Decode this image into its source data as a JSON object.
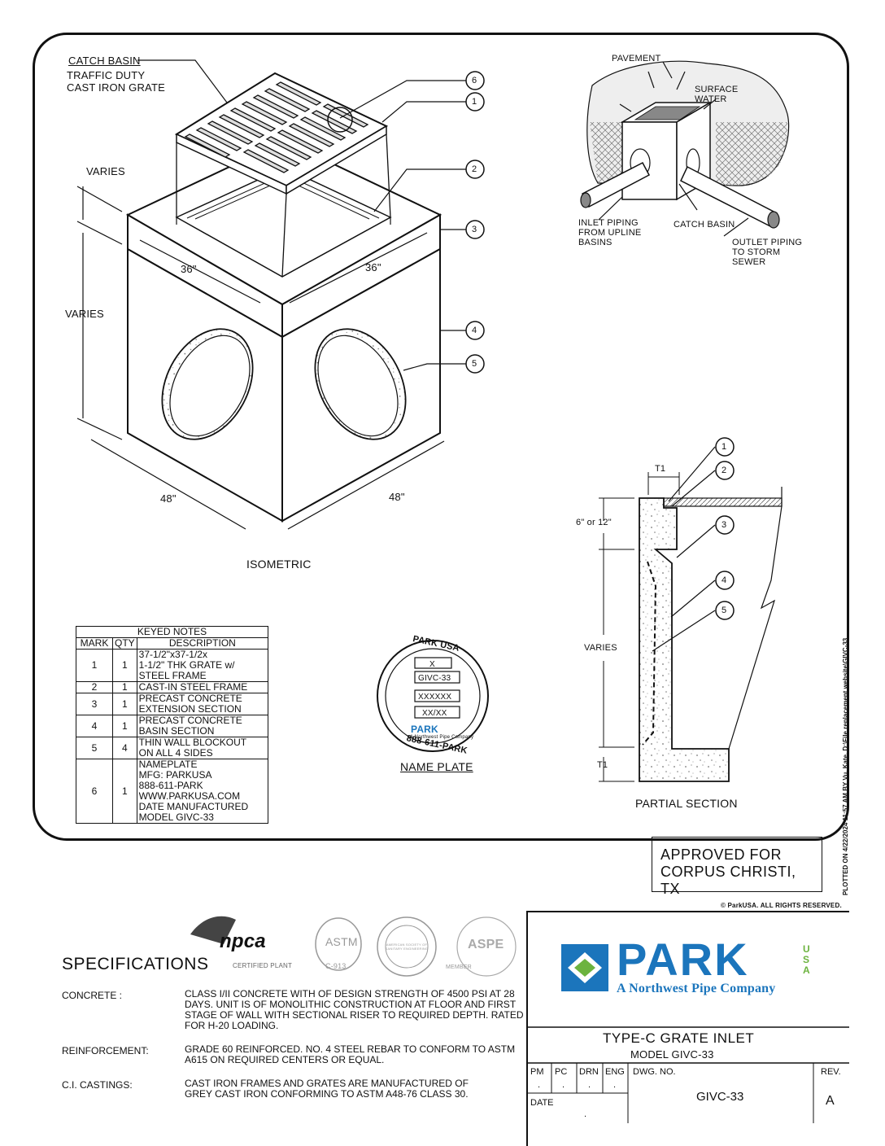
{
  "isometric": {
    "callout_title": "CATCH BASIN",
    "callout_line2": "TRAFFIC DUTY",
    "callout_line3": "CAST IRON GRATE",
    "varies_top": "VARIES",
    "varies_side": "VARIES",
    "dim_36_left": "36\"",
    "dim_36_right": "36\"",
    "dim_48_left": "48\"",
    "dim_48_right": "48\"",
    "caption": "ISOMETRIC",
    "marks": [
      "6",
      "1",
      "2",
      "3",
      "4",
      "5"
    ]
  },
  "pictorial": {
    "pavement": "PAVEMENT",
    "surface_water": "SURFACE\nWATER",
    "inlet": "INLET PIPING\nFROM UPLINE\nBASINS",
    "catch_basin": "CATCH BASIN",
    "outlet": "OUTLET PIPING\nTO STORM\nSEWER"
  },
  "section": {
    "t1_top": "T1",
    "t1_bottom": "T1",
    "height_label": "6\" or 12\"",
    "varies": "VARIES",
    "caption": "PARTIAL SECTION",
    "marks": [
      "1",
      "2",
      "3",
      "4",
      "5"
    ]
  },
  "keyed_notes": {
    "title": "KEYED NOTES",
    "headers": [
      "MARK",
      "QTY",
      "DESCRIPTION"
    ],
    "rows": [
      {
        "mark": "1",
        "qty": "1",
        "desc": "37-1/2\"x37-1/2x\n1-1/2\" THK GRATE w/\nSTEEL FRAME"
      },
      {
        "mark": "2",
        "qty": "1",
        "desc": "CAST-IN STEEL FRAME"
      },
      {
        "mark": "3",
        "qty": "1",
        "desc": "PRECAST CONCRETE\nEXTENSION SECTION"
      },
      {
        "mark": "4",
        "qty": "1",
        "desc": "PRECAST CONCRETE\nBASIN SECTION"
      },
      {
        "mark": "5",
        "qty": "4",
        "desc": "THIN WALL BLOCKOUT\nON ALL 4 SIDES"
      },
      {
        "mark": "6",
        "qty": "1",
        "desc": "NAMEPLATE\nMFG: PARKUSA\n888-611-PARK\nWWW.PARKUSA.COM\nDATE MANUFACTURED\nMODEL GIVC-33"
      }
    ]
  },
  "nameplate": {
    "ring_top": "PARK USA",
    "ring_bottom": "888-611-PARK",
    "field1": "X",
    "field2": "GIVC-33",
    "field3": "XXXXXX",
    "field4": "XX/XX",
    "logo": "PARK",
    "logo_sub": "A Northwest Pipe Company",
    "caption": "NAME PLATE"
  },
  "approval": "APPROVED FOR\nCORPUS CHRISTI, TX",
  "copyright": "© ParkUSA. ALL RIGHTS RESERVED.",
  "plot_stamp": "PLOTTED ON 4/22/2024 11:57 AM BY Vu, Kate, D:\\File replacement website\\GIVC-33",
  "specifications": {
    "title": "SPECIFICATIONS",
    "logos": {
      "npca": "npca",
      "npca_sub": "CERTIFIED PLANT",
      "astm": "ASTM",
      "astm_sub": "C-913",
      "asse": "AMERICAN SOCIETY OF SANITARY ENGINEERING",
      "aspe": "ASPE",
      "aspe_sub": "MEMBER"
    },
    "items": [
      {
        "key": "CONCRETE :",
        "value": "CLASS I/II CONCRETE WITH OF DESIGN STRENGTH OF 4500 PSI AT 28 DAYS.  UNIT IS OF MONOLITHIC CONSTRUCTION AT FLOOR AND FIRST STAGE OF WALL WITH SECTIONAL RISER TO REQUIRED DEPTH. RATED FOR H-20 LOADING."
      },
      {
        "key": "REINFORCEMENT:",
        "value": "GRADE 60 REINFORCED.  NO. 4 STEEL REBAR TO CONFORM TO ASTM A615 ON REQUIRED CENTERS OR EQUAL."
      },
      {
        "key": "C.I. CASTINGS:",
        "value": "CAST IRON FRAMES AND GRATES ARE MANUFACTURED  OF GREY CAST IRON CONFORMING TO ASTM A48-76 CLASS 30."
      }
    ]
  },
  "title_block": {
    "logo": "PARK",
    "logo_usa": "USA",
    "logo_sub": "A Northwest Pipe Company",
    "title": "TYPE-C GRATE INLET",
    "model": "MODEL GIVC-33",
    "pm": "PM",
    "pc": "PC",
    "drn": "DRN",
    "eng": "ENG",
    "dwg_label": "DWG. NO.",
    "dwg_no": "GIVC-33",
    "rev_label": "REV.",
    "rev": "A",
    "date_label": "DATE",
    "dot": "."
  },
  "colors": {
    "ink": "#111111",
    "park_blue": "#1b75bc",
    "park_green": "#6cb33f",
    "gray": "#888888"
  }
}
